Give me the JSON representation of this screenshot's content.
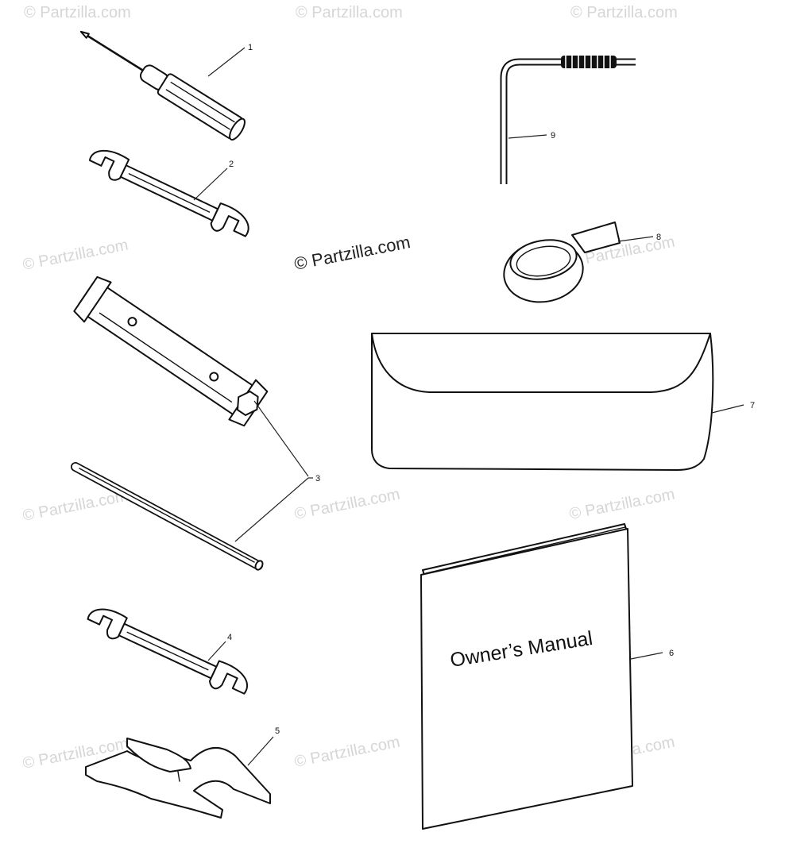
{
  "watermark": {
    "text": "© Partzilla.com",
    "repeat_text": "© Partzilla.com",
    "repeat_color": "#d6d6d6",
    "main_color": "#222222"
  },
  "manual": {
    "cover_text": "Owner’s Manual"
  },
  "callouts": {
    "p1": "1",
    "p2": "2",
    "p3": "3",
    "p4": "4",
    "p5": "5",
    "p6": "6",
    "p7": "7",
    "p8": "8",
    "p9": "9"
  }
}
